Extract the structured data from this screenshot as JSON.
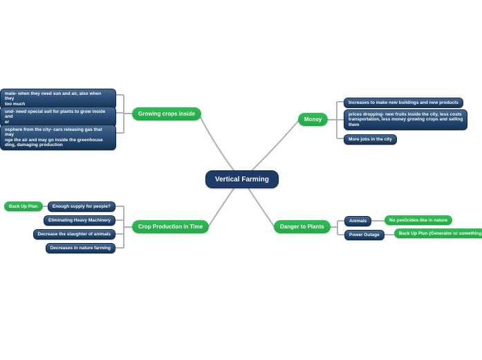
{
  "title": "Vertical Farming mind map",
  "colors": {
    "branch_green": "#29b350",
    "node_navy": "#1d3b66",
    "wire_gray": "#b1b1b4",
    "background": "#ffffff"
  },
  "center": {
    "label": "Vertical Farming"
  },
  "branches": {
    "growing": {
      "label": "Growing crops inside",
      "children": [
        {
          "text": "mate- when they need sun and air, also when they\ntoo much"
        },
        {
          "text": "und- need special soil for plants to grow inside and\ner"
        },
        {
          "text": "osphere from the city- cars releasing gas that may\nnge the air and may go inside the greenhouse\nding, damaging production"
        }
      ]
    },
    "money": {
      "label": "Money",
      "children": [
        {
          "text": "Increases to make new buildings and new products"
        },
        {
          "text": "prices dropping- new fruits inside the city, less costs\ntransportation, less money growing crops and selling\nthem"
        },
        {
          "text": "More jobs in the city"
        }
      ]
    },
    "crop_production": {
      "label": "Crop Production In Time",
      "children": [
        {
          "text": "Enough supply for people?",
          "child": "Back Up Plan"
        },
        {
          "text": "Eliminating Heavy Machinery"
        },
        {
          "text": "Decrease the slaughter of animals"
        },
        {
          "text": "Decreases in nature farming"
        }
      ]
    },
    "danger": {
      "label": "Danger to Plants",
      "children": [
        {
          "text": "Animals",
          "child": "No pesticides like in nature"
        },
        {
          "text": "Power Outage",
          "child": "Back Up Plan (Generator or something"
        }
      ]
    }
  }
}
